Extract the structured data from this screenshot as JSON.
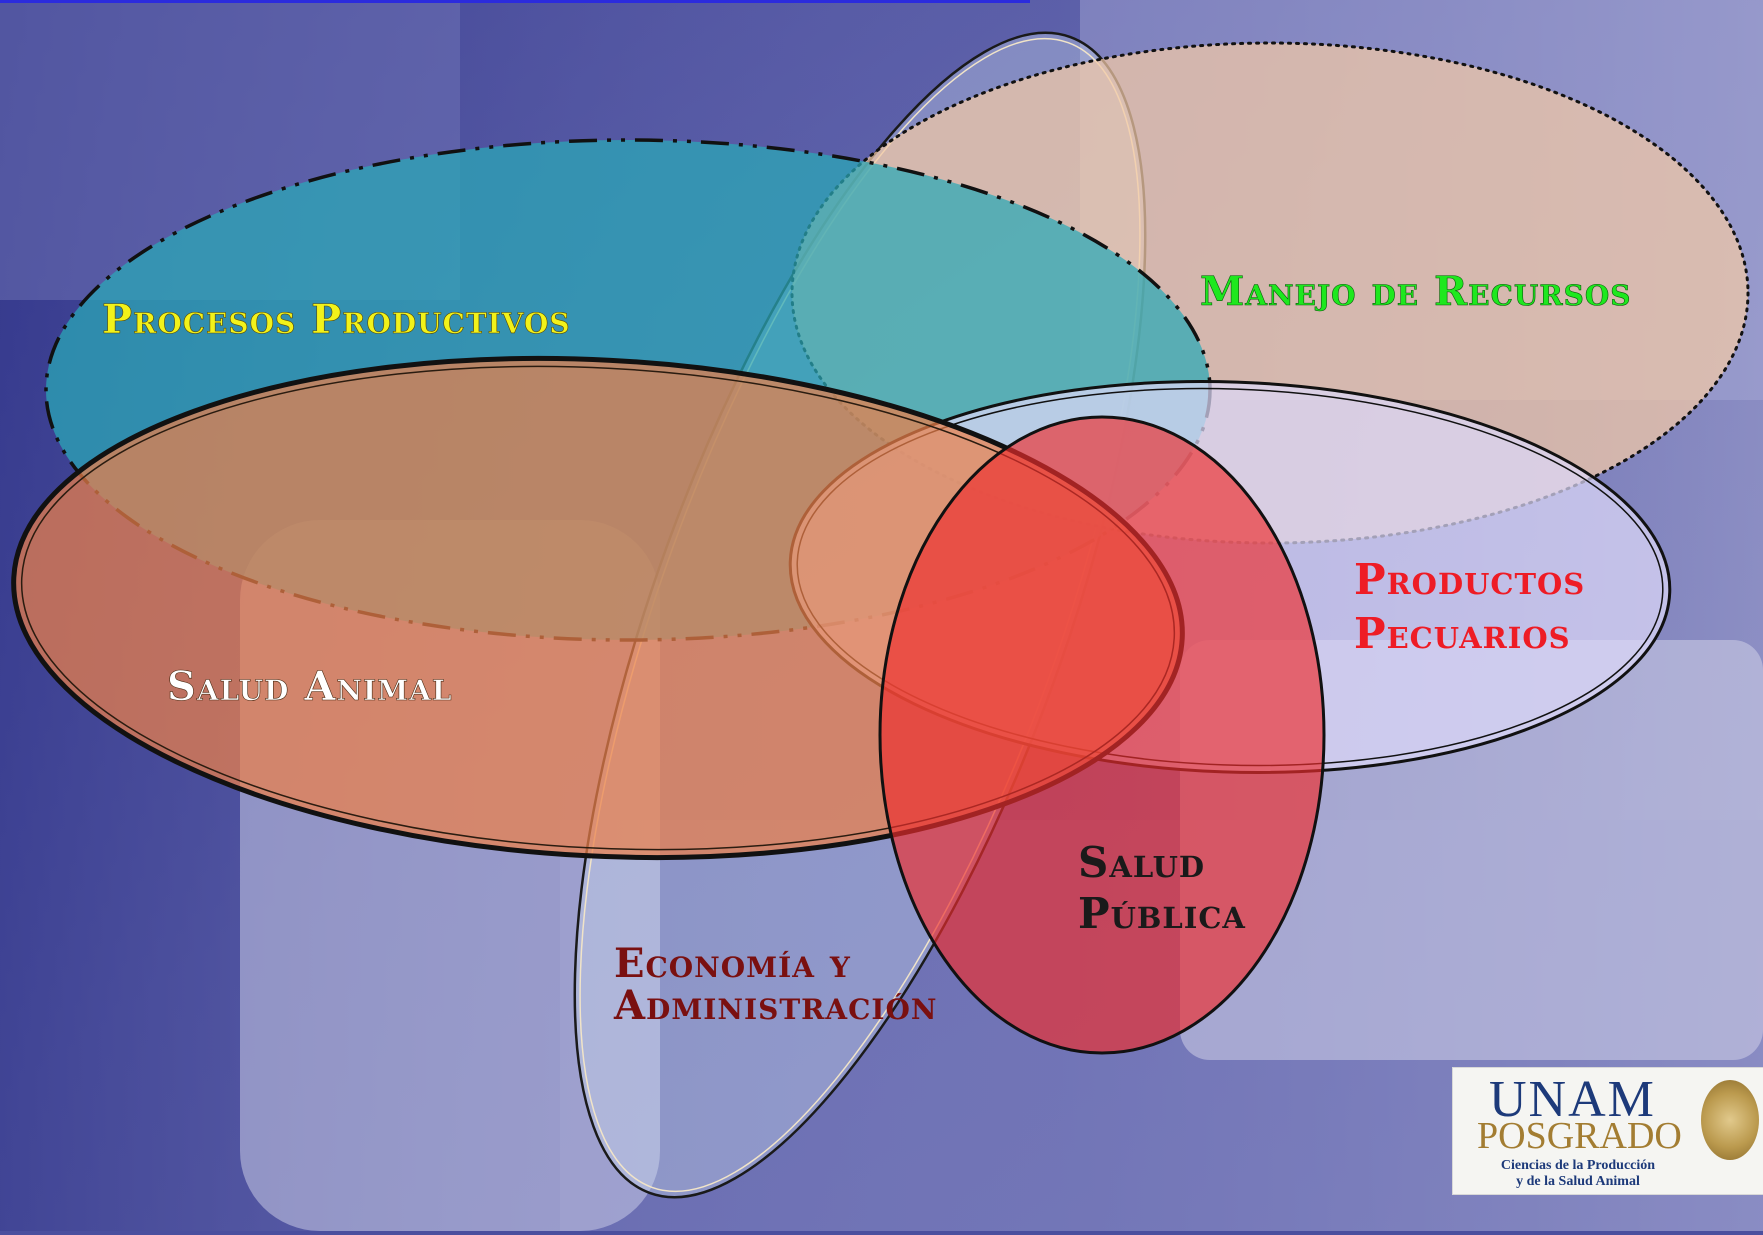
{
  "diagram": {
    "labels": {
      "procesos": "Procesos Productivos",
      "manejo": "Manejo de Recursos",
      "salud_animal": "Salud Animal",
      "productos_1": "Productos",
      "productos_2": "Pecuarios",
      "salud_publica_1": "Salud",
      "salud_publica_2": "Pública",
      "economia_1": "Economía y",
      "economia_2": "Administración"
    },
    "colors": {
      "procesos_label": "#f2f21a",
      "manejo_label": "#1ee81e",
      "salud_animal_label": "#ffffff",
      "productos_label": "#ee1c25",
      "salud_publica_label": "#1a1a1a",
      "economia_label": "#7a1010",
      "procesos_fill": "#2aa9b7",
      "manejo_fill": "#f2c9a6",
      "salud_animal_fill": "#ec7f4a",
      "productos_fill": "#ddd8f8",
      "salud_publica_fill": "#ee2e2e"
    }
  },
  "logo": {
    "line1": "UNAM",
    "line2": "POSGRADO",
    "line3": "Ciencias de la Producción",
    "line4": "y de la Salud Animal"
  }
}
